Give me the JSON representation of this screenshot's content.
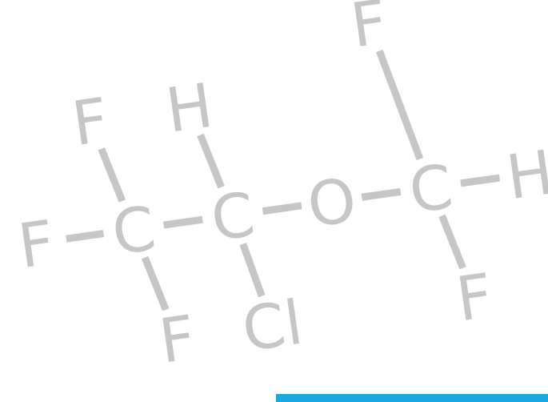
{
  "molecule": {
    "atoms": [
      {
        "id": "c1",
        "symbol": "C"
      },
      {
        "id": "c2",
        "symbol": "C"
      },
      {
        "id": "o1",
        "symbol": "O"
      },
      {
        "id": "c3",
        "symbol": "C"
      },
      {
        "id": "f1",
        "symbol": "F"
      },
      {
        "id": "f2",
        "symbol": "F"
      },
      {
        "id": "f3",
        "symbol": "F"
      },
      {
        "id": "h1",
        "symbol": "H"
      },
      {
        "id": "cl1",
        "symbol": "Cl"
      },
      {
        "id": "f4",
        "symbol": "F"
      },
      {
        "id": "h2",
        "symbol": "H"
      },
      {
        "id": "f5",
        "symbol": "F"
      }
    ],
    "bonds": [
      [
        "f2",
        "c1"
      ],
      [
        "f1",
        "c1"
      ],
      [
        "f3",
        "c1"
      ],
      [
        "c1",
        "c2"
      ],
      [
        "h1",
        "c2"
      ],
      [
        "cl1",
        "c2"
      ],
      [
        "c2",
        "o1"
      ],
      [
        "o1",
        "c3"
      ],
      [
        "f4",
        "c3"
      ],
      [
        "c3",
        "h2"
      ],
      [
        "f5",
        "c3"
      ]
    ]
  },
  "colors": {
    "atom_text": "#c6c6c6",
    "bond": "#c6c6c6",
    "accent_bar": "#1aa8e0",
    "background": "#ffffff"
  }
}
